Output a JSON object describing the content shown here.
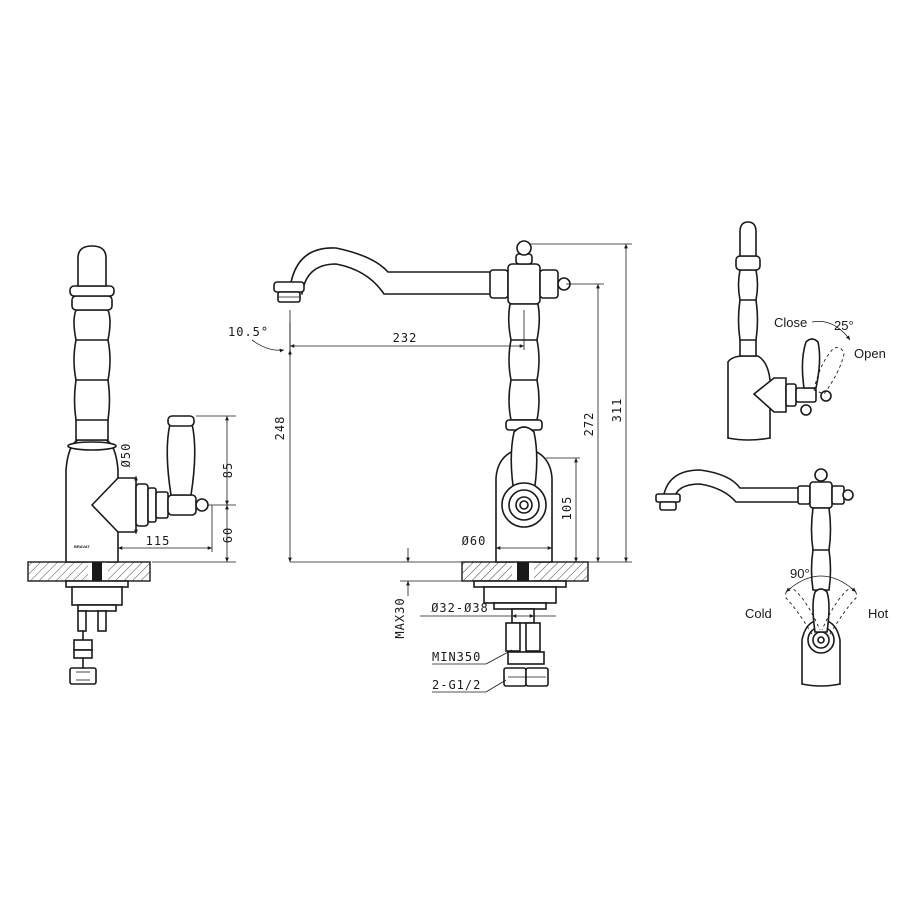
{
  "brand": "BRAVAT",
  "dimensions": {
    "d_50": "Ø50",
    "d_85": "85",
    "d_60_side": "60",
    "d_115": "115",
    "d_angle_spout": "10.5°",
    "d_232": "232",
    "d_248": "248",
    "d_272": "272",
    "d_311": "311",
    "d_105": "105",
    "d_60_base": "Ø60",
    "d_max30": "MAX30",
    "d_hole": "Ø32-Ø38",
    "d_min350": "MIN350",
    "d_thread": "2-G1/2"
  },
  "operation": {
    "close": "Close",
    "angle_lever": "25°",
    "open": "Open",
    "angle_rotate": "90°",
    "cold": "Cold",
    "hot": "Hot"
  }
}
